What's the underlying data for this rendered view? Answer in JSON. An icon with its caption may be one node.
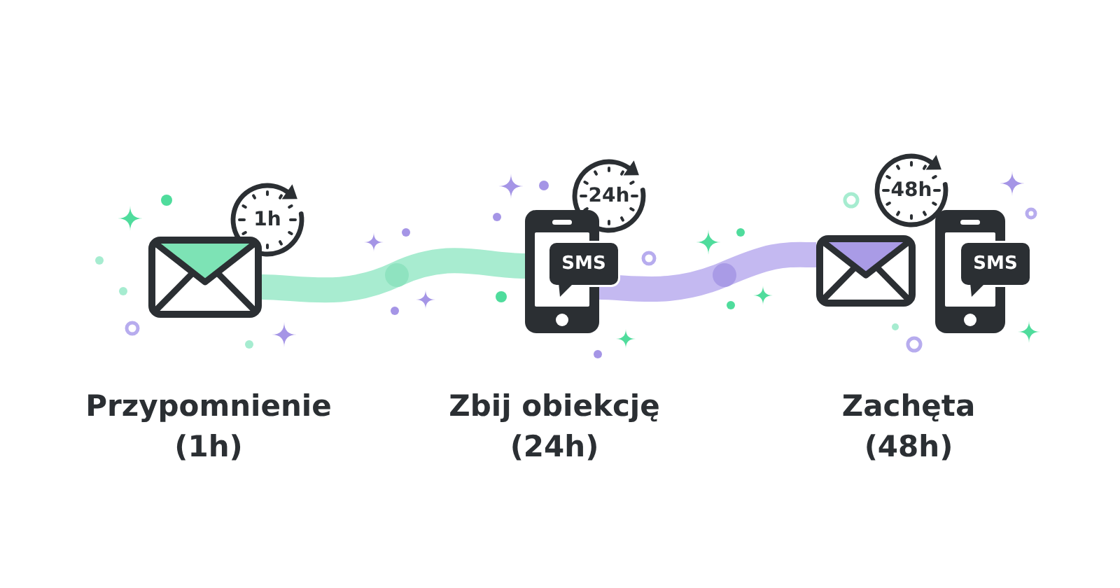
{
  "diagram": {
    "nodes": [
      {
        "text": [],
        "shape": "picture"
      },
      {
        "text": [
          "1h"
        ]
      },
      {
        "text": [
          "24h"
        ]
      },
      {
        "text": [],
        "shape": "picture"
      },
      {
        "text": [
          "SMS"
        ]
      },
      {
        "text": [
          "48h"
        ]
      },
      {
        "text": [],
        "shape": "picture"
      },
      {
        "text": [],
        "shape": "picture"
      },
      {
        "text": [
          "SMS"
        ]
      }
    ],
    "edges": [
      {
        "from": 0,
        "to": 3,
        "arrow": "none",
        "color": "#a8ecd0"
      },
      {
        "from": 3,
        "to": 6,
        "arrow": "none",
        "color": "#c4b9f1"
      }
    ],
    "labels": [
      "Przypomnienie (1h)",
      "Zbij obiekcję (24h)",
      "Zachęta (48h)"
    ]
  }
}
